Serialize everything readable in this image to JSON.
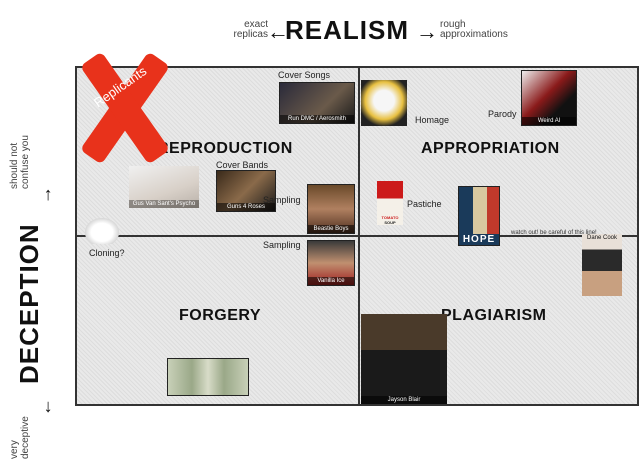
{
  "axes": {
    "realism": {
      "title": "REALISM",
      "left_label_line1": "exact",
      "left_label_line2": "replicas",
      "right_label_line1": "rough",
      "right_label_line2": "approximations"
    },
    "deception": {
      "title": "DECEPTION",
      "top_label_line1": "should not",
      "top_label_line2": "confuse you",
      "bottom_label_line1": "very",
      "bottom_label_line2": "deceptive"
    }
  },
  "quadrants": {
    "top_left": "REPRODUCTION",
    "top_right": "APPROPRIATION",
    "bottom_left": "FORGERY",
    "bottom_right": "PLAGIARISM"
  },
  "badge": {
    "label": "Replicants",
    "color": "#e8321b"
  },
  "labels": {
    "cover_songs": "Cover Songs",
    "cover_bands": "Cover Bands",
    "sampling_top": "Sampling",
    "sampling_bottom": "Sampling",
    "cloning": "Cloning?",
    "homage": "Homage",
    "parody": "Parody",
    "pastiche": "Pastiche"
  },
  "captions": {
    "run_dmc": "Run DMC / Aerosmith",
    "psycho": "Gus Van Sant's Psycho",
    "guns4roses": "Guns 4 Roses",
    "beastie": "Beastie Boys",
    "vanilla": "Vanilla Ice",
    "weird_al": "Weird Al",
    "dane_cook": "Dane Cook",
    "jayson_blair": "Jayson Blair",
    "hope": "HOPE",
    "soup_line1": "TOMATO",
    "soup_line2": "SOUP",
    "note": "watch out! be careful of this line!"
  }
}
